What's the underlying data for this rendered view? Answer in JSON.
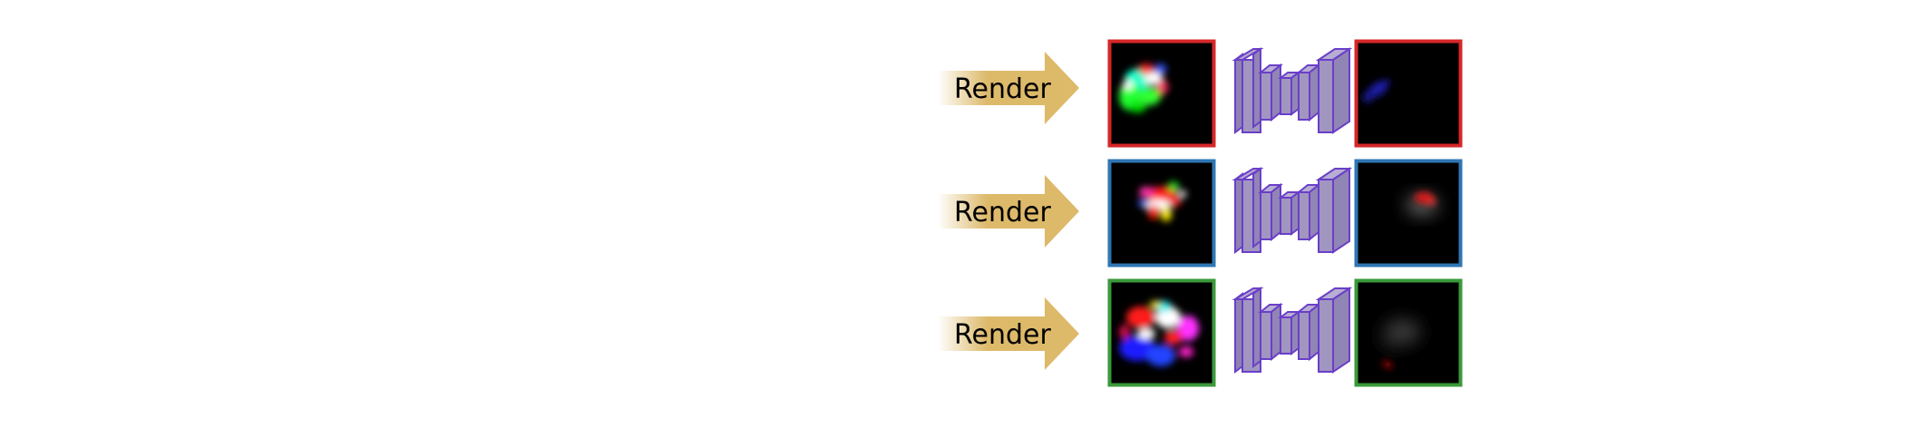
{
  "rows": [
    {
      "render_label": "Render",
      "frame_color": "#d62728"
    },
    {
      "render_label": "Render",
      "frame_color": "#2f76b5"
    },
    {
      "render_label": "Render",
      "frame_color": "#3a9a3a"
    }
  ],
  "colors": {
    "arrow": "#ddb96a",
    "network_fill": "#a196c0",
    "network_stroke": "#6a3fc8",
    "panel_background": "#000000"
  }
}
